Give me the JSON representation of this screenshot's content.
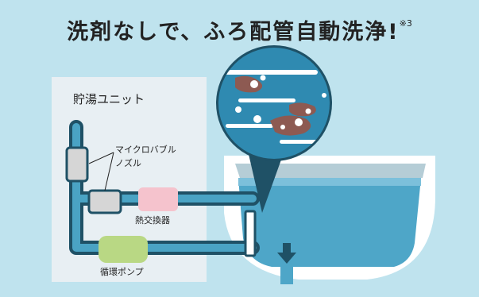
{
  "headline": {
    "text": "洗剤なしで、ふろ配管自動洗浄!",
    "note": "※3"
  },
  "unit": {
    "title": "貯湯ユニット",
    "labels": {
      "nozzle_line1": "マイクロバブル",
      "nozzle_line2": "ノズル",
      "heat_exchanger": "熱交換器",
      "pump": "循環ポンプ"
    }
  },
  "colors": {
    "background": "#bfe3ee",
    "unit_panel": "#e8eff3",
    "pipe_outline": "#1f5166",
    "pipe_fill": "#4aa3c4",
    "water": "#4ea6c8",
    "tub": "#ffffff",
    "nozzle": "#d6d6d6",
    "heat_exchanger": "#f5c3cd",
    "pump": "#b9d884",
    "grime": "#8d5a52",
    "arrow": "#1f5166"
  },
  "icons": [
    "down-arrow-icon",
    "bubble-icon",
    "magnifier-bubble-icon"
  ]
}
